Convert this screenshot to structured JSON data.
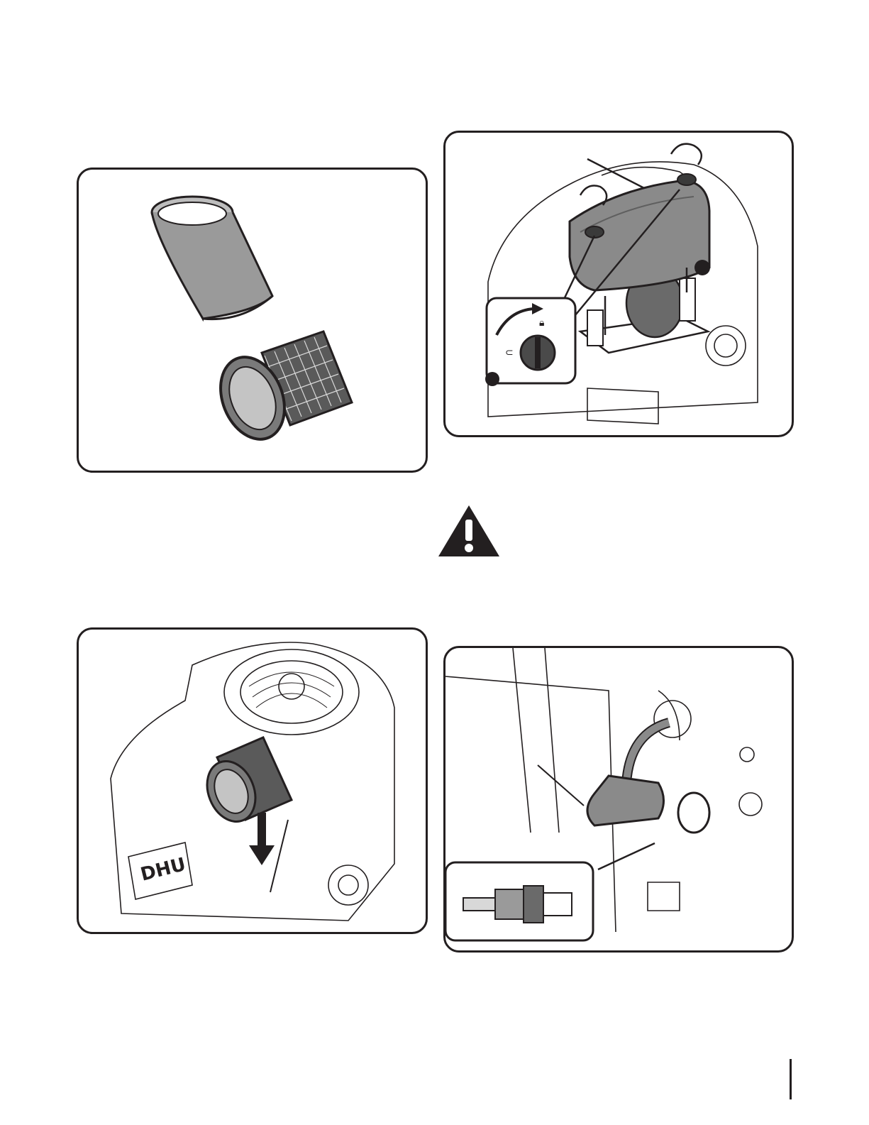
{
  "page": {
    "figures": [
      {
        "name": "foam-pre-cleaner-and-paper-filter"
      },
      {
        "name": "air-filter-cover-removal"
      },
      {
        "name": "air-filter-installation"
      },
      {
        "name": "spark-plug-wire-removal"
      }
    ],
    "icons": {
      "warning": "warning-triangle-icon",
      "lock": "lock-icon",
      "unlock": "unlock-icon",
      "rotate": "rotate-arrow-icon"
    },
    "colors": {
      "ink": "#231f20",
      "part_gray": "#8a8a8a",
      "light_gray": "#bdbdbd",
      "paper": "#ffffff"
    }
  }
}
